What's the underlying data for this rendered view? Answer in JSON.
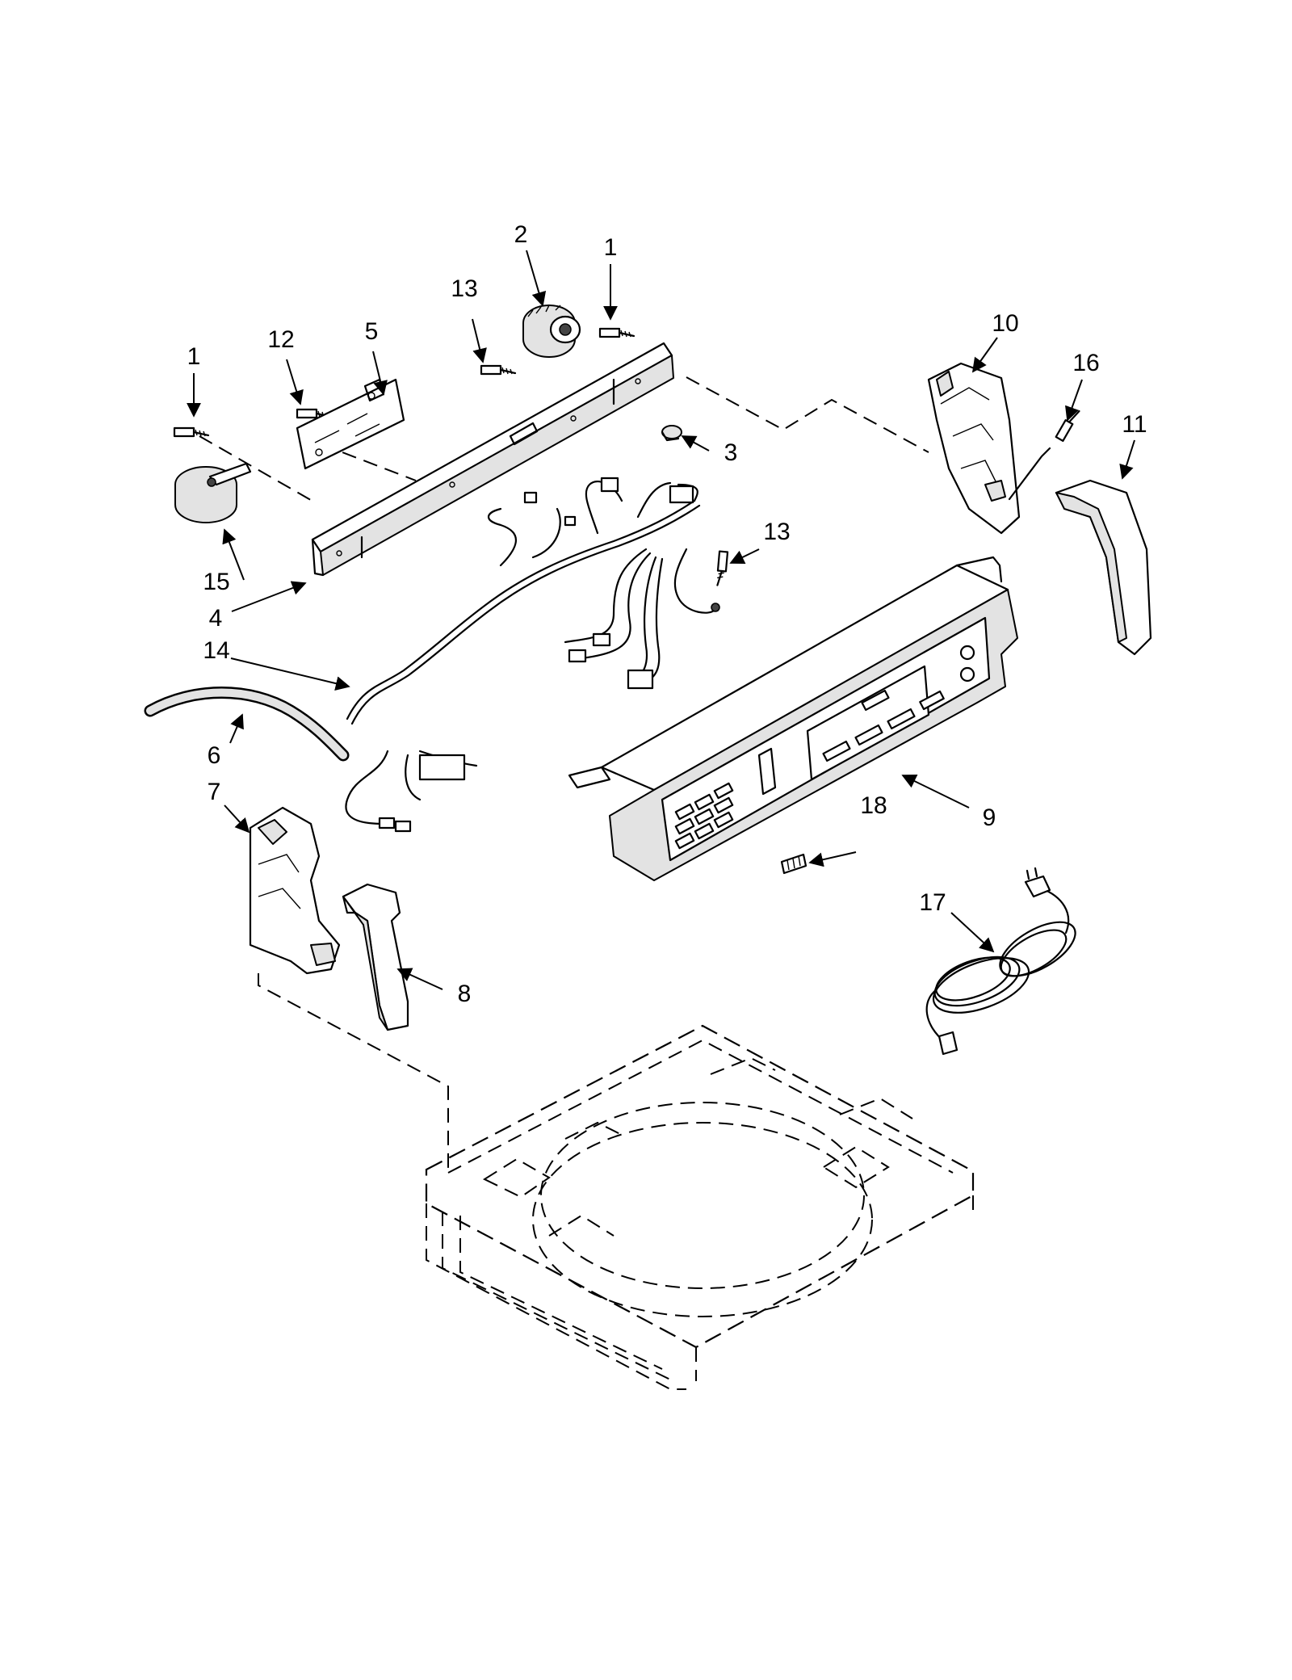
{
  "callouts": {
    "c1a": "1",
    "c1b": "1",
    "c2": "2",
    "c3": "3",
    "c4": "4",
    "c5": "5",
    "c6": "6",
    "c7": "7",
    "c8": "8",
    "c9": "9",
    "c10": "10",
    "c11": "11",
    "c12": "12",
    "c13a": "13",
    "c13b": "13",
    "c14": "14",
    "c15": "15",
    "c16": "16",
    "c17": "17",
    "c18": "18"
  }
}
